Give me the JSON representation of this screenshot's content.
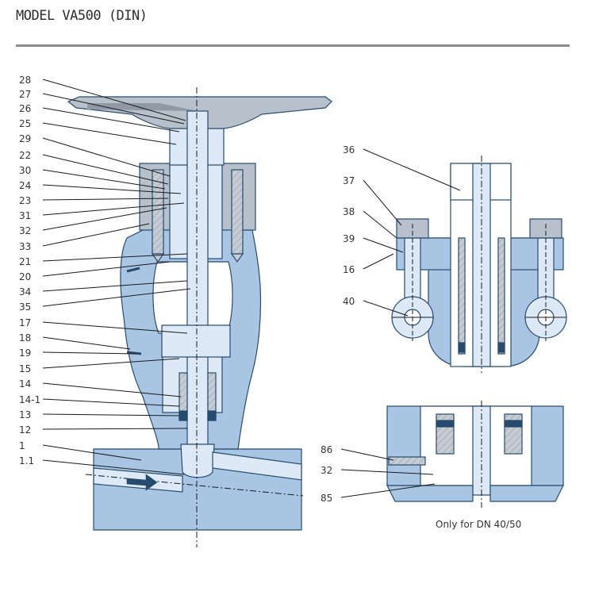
{
  "title": "MODEL VA500 (DIN)",
  "colors": {
    "body": "#a9c5e4",
    "light": "#dde9f6",
    "bonnet": "#b7c1cc",
    "section": "#274b6e",
    "leader": "#1a1a1a"
  },
  "callouts_left": [
    "28",
    "27",
    "26",
    "25",
    "29",
    "22",
    "30",
    "24",
    "23",
    "31",
    "32",
    "33",
    "21",
    "20",
    "34",
    "35",
    "17",
    "18",
    "19",
    "15",
    "14",
    "14-1",
    "13",
    "12",
    "1",
    "1.1"
  ],
  "callouts_top_right": [
    "36",
    "37",
    "38",
    "39",
    "16",
    "40"
  ],
  "callouts_bottom_right": [
    "86",
    "32",
    "85"
  ],
  "note": "Only for DN 40/50"
}
